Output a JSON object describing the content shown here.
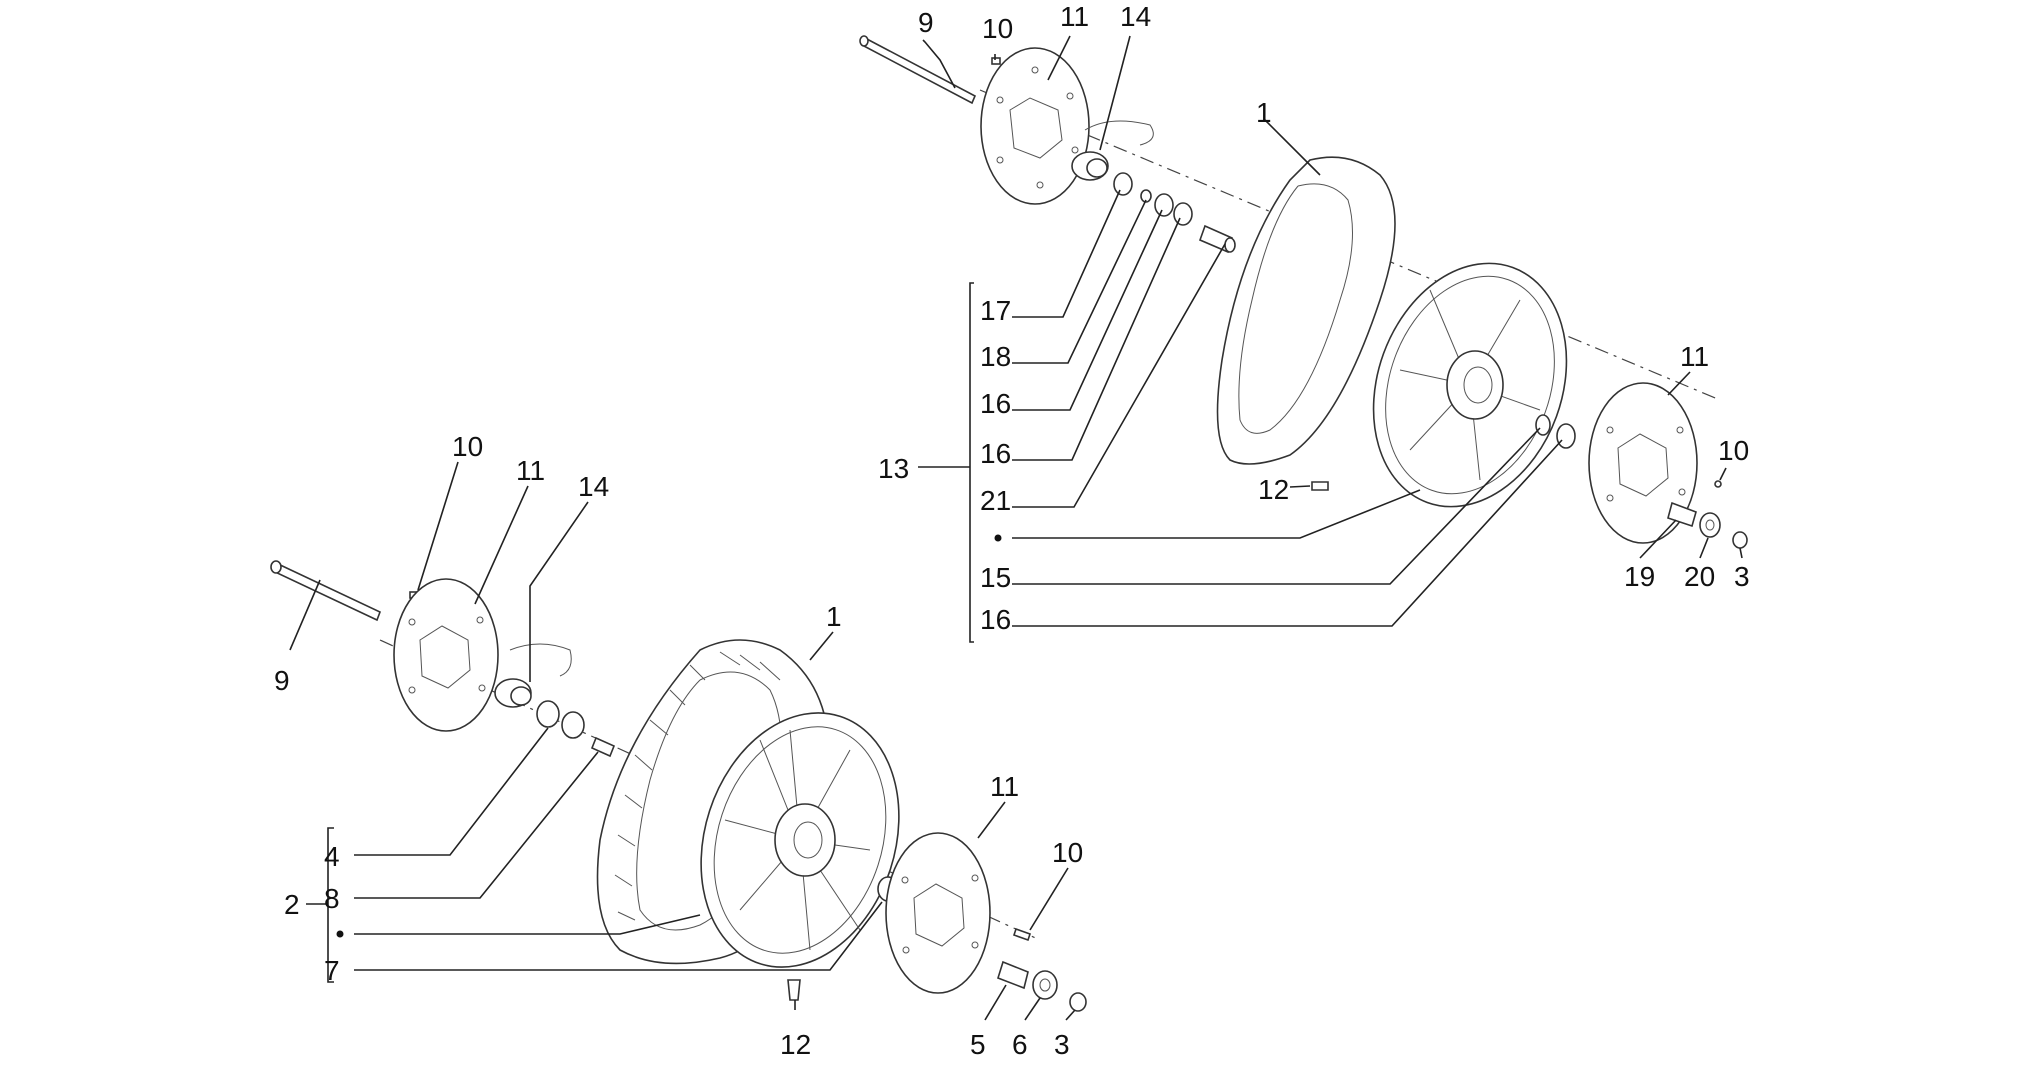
{
  "colors": {
    "line": "#222222",
    "background": "#ffffff"
  },
  "callouts": {
    "upper": {
      "n9": "9",
      "n10a": "10",
      "n11a": "11",
      "n14": "14",
      "n1": "1",
      "n13": "13",
      "n17": "17",
      "n18": "18",
      "n16a": "16",
      "n16b": "16",
      "n21": "21",
      "n15": "15",
      "n16c": "16",
      "n12": "12",
      "n11b": "11",
      "n10b": "10",
      "n19": "19",
      "n20": "20",
      "n3": "3"
    },
    "lower": {
      "n10a": "10",
      "n11a": "11",
      "n14": "14",
      "n9": "9",
      "n1": "1",
      "n4": "4",
      "n2": "2",
      "n8": "8",
      "n7": "7",
      "n12": "12",
      "n11b": "11",
      "n10b": "10",
      "n5": "5",
      "n6": "6",
      "n3": "3"
    }
  }
}
